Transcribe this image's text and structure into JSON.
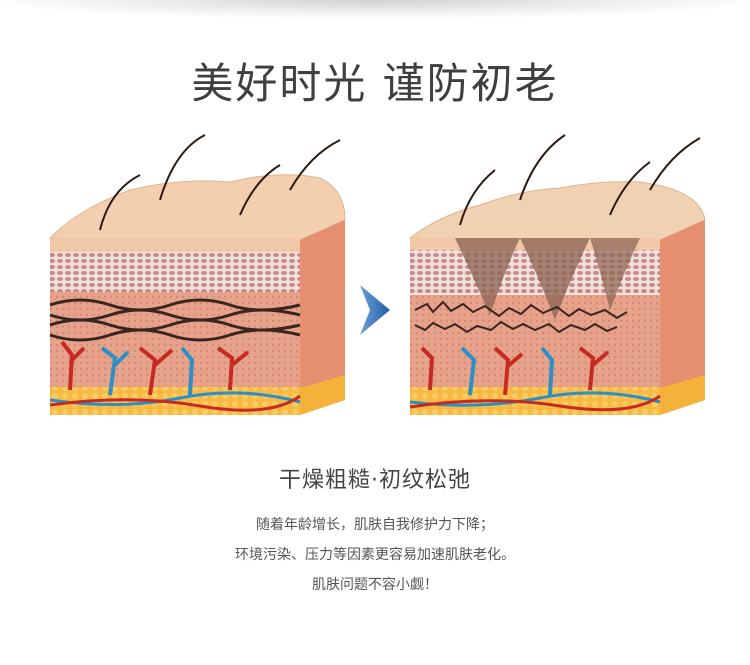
{
  "headline": "美好时光  谨防初老",
  "subheadline": "干燥粗糙·初纹松弛",
  "body_lines": [
    "随着年龄增长，肌肤自我修护力下降；",
    "环境污染、压力等因素更容易加速肌肤老化。",
    "肌肤问题不容小觑！"
  ],
  "colors": {
    "skin_top": "#f2cfae",
    "dermis": "#e9a88f",
    "fat_layer": "#f7c04a",
    "artery": "#c62a22",
    "vein": "#2d8fc6",
    "arrow": "#1f5ea8"
  },
  "icons": [
    "skin-cross-section-healthy-icon",
    "arrow-right-icon",
    "skin-cross-section-aged-icon"
  ]
}
